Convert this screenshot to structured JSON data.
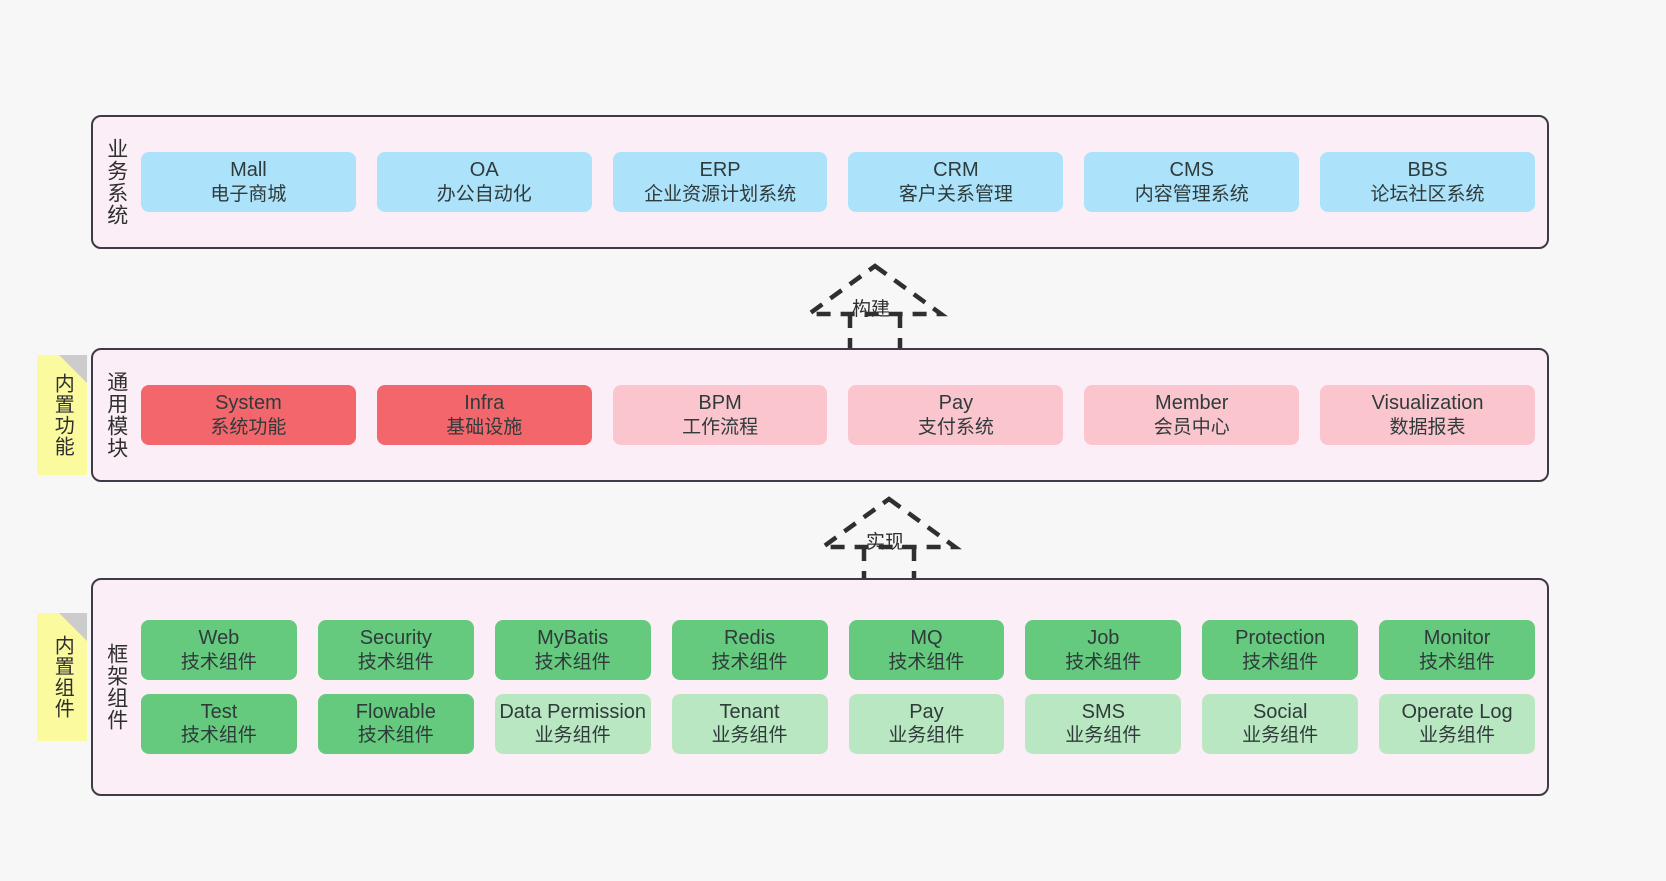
{
  "diagram": {
    "background_color": "#f7f7f7",
    "layer_fill": "#fbeef7",
    "layer_border": "#3f3a46"
  },
  "layers": [
    {
      "id": "business",
      "title": "业务系统",
      "rows": [
        {
          "cards": [
            {
              "name": "Mall",
              "sub": "电子商城",
              "color": "#ade2fb",
              "style": "c-blue"
            },
            {
              "name": "OA",
              "sub": "办公自动化",
              "color": "#ade2fb",
              "style": "c-blue"
            },
            {
              "name": "ERP",
              "sub": "企业资源计划系统",
              "color": "#ade2fb",
              "style": "c-blue"
            },
            {
              "name": "CRM",
              "sub": "客户关系管理",
              "color": "#ade2fb",
              "style": "c-blue"
            },
            {
              "name": "CMS",
              "sub": "内容管理系统",
              "color": "#ade2fb",
              "style": "c-blue"
            },
            {
              "name": "BBS",
              "sub": "论坛社区系统",
              "color": "#ade2fb",
              "style": "c-blue"
            }
          ]
        }
      ]
    },
    {
      "id": "common-module",
      "title": "通用模块",
      "sticky": "内置功能",
      "rows": [
        {
          "cards": [
            {
              "name": "System",
              "sub": "系统功能",
              "color": "#f2666c",
              "style": "c-red"
            },
            {
              "name": "Infra",
              "sub": "基础设施",
              "color": "#f2666c",
              "style": "c-red"
            },
            {
              "name": "BPM",
              "sub": "工作流程",
              "color": "#fbc5ce",
              "style": "c-pink"
            },
            {
              "name": "Pay",
              "sub": "支付系统",
              "color": "#fbc5ce",
              "style": "c-pink"
            },
            {
              "name": "Member",
              "sub": "会员中心",
              "color": "#fbc5ce",
              "style": "c-pink"
            },
            {
              "name": "Visualization",
              "sub": "数据报表",
              "color": "#fbc5ce",
              "style": "c-pink"
            }
          ]
        }
      ]
    },
    {
      "id": "framework-component",
      "title": "框架组件",
      "sticky": "内置组件",
      "rows": [
        {
          "cards": [
            {
              "name": "Web",
              "sub": "技术组件",
              "color": "#65ca7d",
              "style": "c-green"
            },
            {
              "name": "Security",
              "sub": "技术组件",
              "color": "#65ca7d",
              "style": "c-green"
            },
            {
              "name": "MyBatis",
              "sub": "技术组件",
              "color": "#65ca7d",
              "style": "c-green"
            },
            {
              "name": "Redis",
              "sub": "技术组件",
              "color": "#65ca7d",
              "style": "c-green"
            },
            {
              "name": "MQ",
              "sub": "技术组件",
              "color": "#65ca7d",
              "style": "c-green"
            },
            {
              "name": "Job",
              "sub": "技术组件",
              "color": "#65ca7d",
              "style": "c-green"
            },
            {
              "name": "Protection",
              "sub": "技术组件",
              "color": "#65ca7d",
              "style": "c-green"
            },
            {
              "name": "Monitor",
              "sub": "技术组件",
              "color": "#65ca7d",
              "style": "c-green"
            }
          ]
        },
        {
          "cards": [
            {
              "name": "Test",
              "sub": "技术组件",
              "color": "#65ca7d",
              "style": "c-green"
            },
            {
              "name": "Flowable",
              "sub": "技术组件",
              "color": "#65ca7d",
              "style": "c-green"
            },
            {
              "name": "Data Permission",
              "sub": "业务组件",
              "color": "#b9e7c1",
              "style": "c-lightgreen"
            },
            {
              "name": "Tenant",
              "sub": "业务组件",
              "color": "#b9e7c1",
              "style": "c-lightgreen"
            },
            {
              "name": "Pay",
              "sub": "业务组件",
              "color": "#b9e7c1",
              "style": "c-lightgreen"
            },
            {
              "name": "SMS",
              "sub": "业务组件",
              "color": "#b9e7c1",
              "style": "c-lightgreen"
            },
            {
              "name": "Social",
              "sub": "业务组件",
              "color": "#b9e7c1",
              "style": "c-lightgreen"
            },
            {
              "name": "Operate Log",
              "sub": "业务组件",
              "color": "#b9e7c1",
              "style": "c-lightgreen"
            }
          ]
        }
      ]
    }
  ],
  "connectors": [
    {
      "id": "build",
      "label": "构建"
    },
    {
      "id": "implement",
      "label": "实现"
    }
  ]
}
